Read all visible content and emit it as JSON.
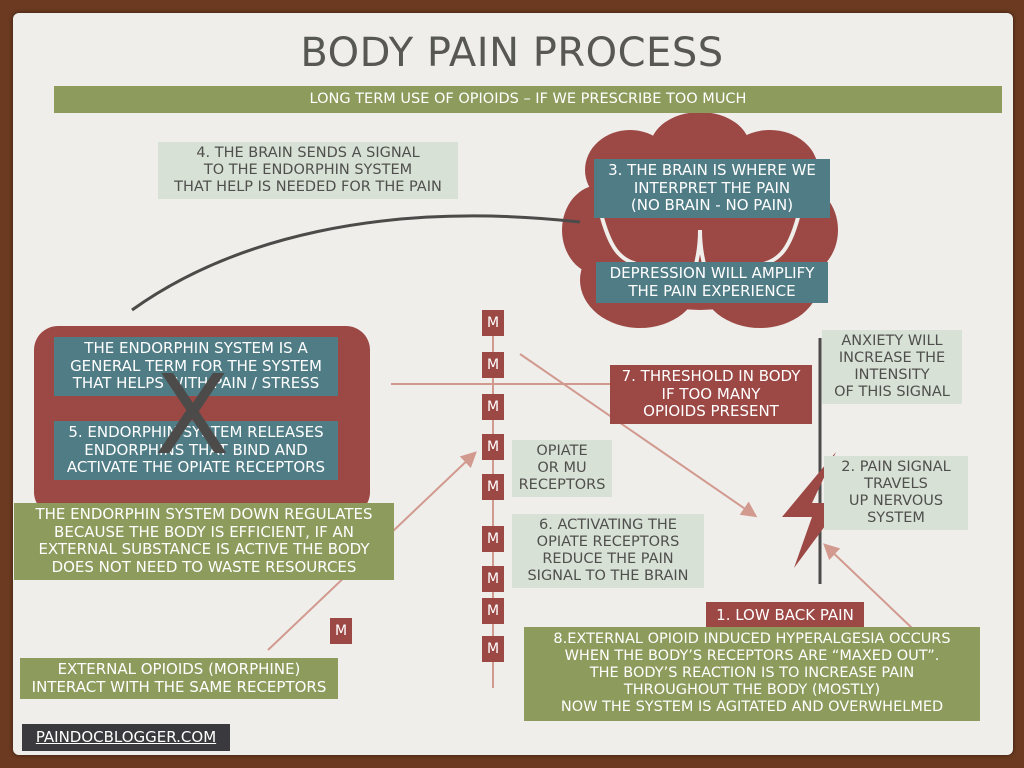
{
  "title": "BODY PAIN PROCESS",
  "subtitle": "LONG TERM USE OF OPIOIDS – IF WE PRESCRIBE TOO MUCH",
  "step4": [
    "4. THE BRAIN SENDS A SIGNAL",
    "TO THE ENDORPHIN SYSTEM",
    "THAT HELP IS NEEDED FOR THE PAIN"
  ],
  "step3": [
    "3. THE BRAIN IS WHERE WE",
    "INTERPRET THE PAIN",
    "(NO BRAIN - NO PAIN)"
  ],
  "depression": [
    "DEPRESSION WILL AMPLIFY",
    "THE PAIN EXPERIENCE"
  ],
  "endorphin_def": [
    "THE ENDORPHIN SYSTEM IS A",
    "GENERAL TERM FOR THE SYSTEM",
    "THAT HELPS WITH PAIN / STRESS"
  ],
  "step5": [
    "5. ENDORPHIN SYSTEM RELEASES",
    "ENDORPHINS THAT BIND AND",
    "ACTIVATE THE OPIATE RECEPTORS"
  ],
  "x_mark": "X",
  "downregulates": [
    "THE ENDORPHIN SYSTEM DOWN REGULATES",
    "BECAUSE THE BODY IS EFFICIENT, IF AN",
    "EXTERNAL SUBSTANCE IS ACTIVE THE BODY",
    "DOES NOT NEED TO WASTE RESOURCES"
  ],
  "external_opioids": [
    "EXTERNAL OPIOIDS  (MORPHINE)",
    "INTERACT WITH THE SAME RECEPTORS"
  ],
  "receptors_label": [
    "OPIATE",
    "OR MU",
    "RECEPTORS"
  ],
  "step6": [
    "6. ACTIVATING THE",
    "OPIATE RECEPTORS",
    "REDUCE THE PAIN",
    "SIGNAL TO THE BRAIN"
  ],
  "step7": [
    "7. THRESHOLD IN BODY",
    "IF TOO MANY",
    "OPIOIDS PRESENT"
  ],
  "anxiety": [
    "ANXIETY WILL",
    "INCREASE THE",
    "INTENSITY",
    "OF THIS SIGNAL"
  ],
  "step2": [
    "2. PAIN SIGNAL",
    "TRAVELS",
    "UP NERVOUS",
    "SYSTEM"
  ],
  "step1": "1. LOW BACK PAIN",
  "step8": [
    "8.EXTERNAL OPIOID INDUCED HYPERALGESIA OCCURS",
    "WHEN THE BODY’S RECEPTORS ARE “MAXED OUT”.",
    "THE BODY’S REACTION IS TO INCREASE PAIN",
    "THROUGHOUT THE BODY (MOSTLY)",
    "NOW THE SYSTEM IS AGITATED AND OVERWHELMED"
  ],
  "receptor_letter": "M",
  "receptor_count": 9,
  "external_molecule": "M",
  "footer_link": "PAINDOCBLOGGER.COM",
  "colors": {
    "red": "#9c4845",
    "teal": "#507c86",
    "green": "#8d9b5c",
    "light": "#d8e1d5",
    "arrow": "#d29a8f",
    "dark_line": "#4d4b4a",
    "frame": "#6b3a20"
  }
}
